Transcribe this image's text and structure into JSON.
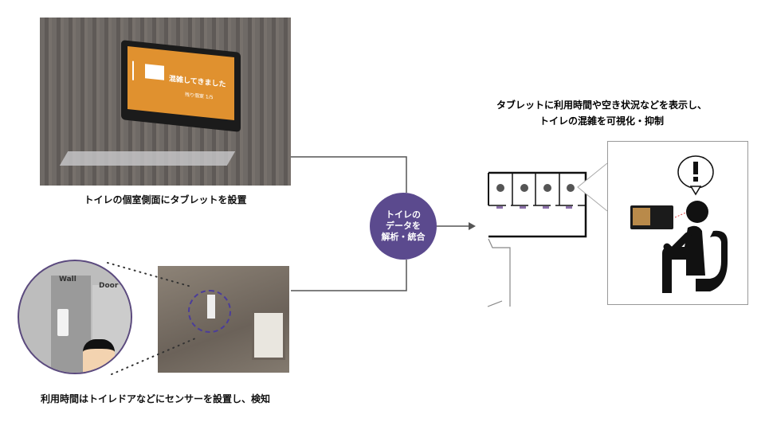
{
  "top_photo": {
    "caption": "トイレの個室側面にタブレットを設置",
    "tablet_screen": {
      "message": "混雑してきました",
      "sub": "残り個室 1/5",
      "color": "#e0912f"
    }
  },
  "bottom_photo": {
    "caption": "利用時間はトイレドアなどにセンサーを設置し、検知",
    "labels": {
      "wall": "Wall",
      "door": "Door"
    }
  },
  "hub": {
    "line1": "トイレの",
    "line2": "データを",
    "line3": "解析・統合",
    "color": "#5b4a8e"
  },
  "right": {
    "title_line1": "タブレットに利用時間や空き状況などを表示し、",
    "title_line2": "トイレの混雑を可視化・抑制",
    "alert_icon": "exclamation-bubble-icon",
    "person_icon": "person-sitting-on-toilet-icon"
  }
}
